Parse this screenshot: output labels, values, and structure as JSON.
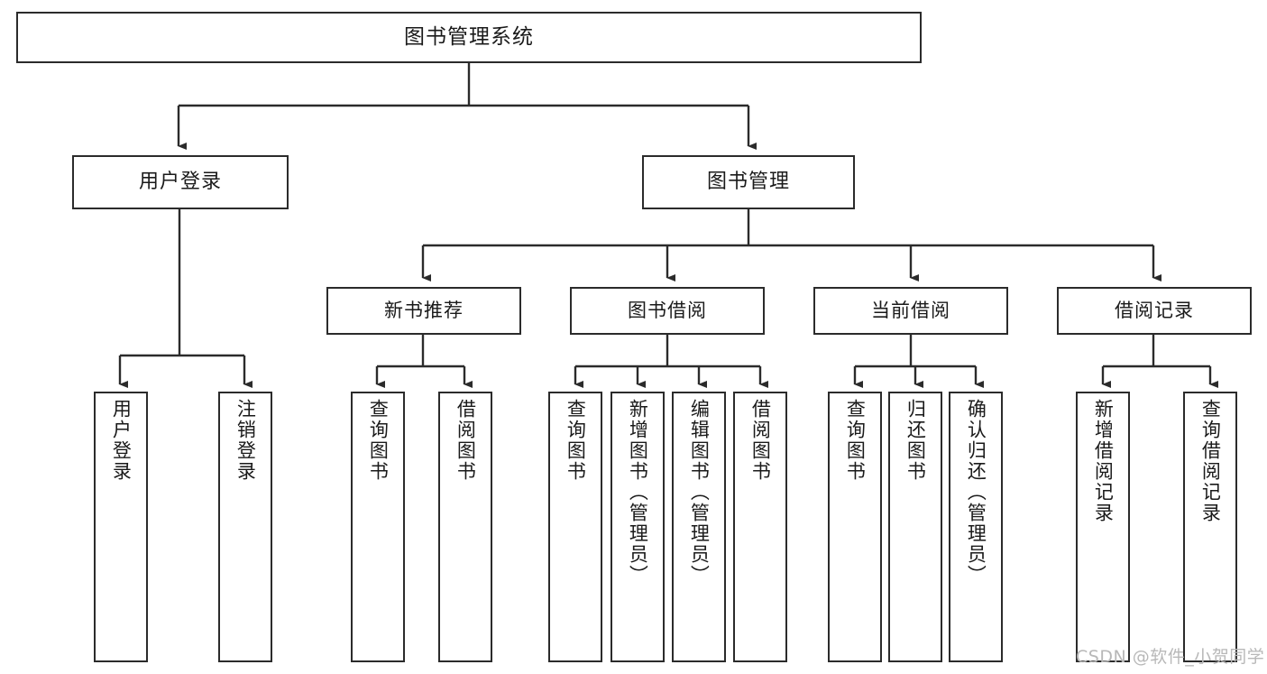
{
  "diagram": {
    "title": "图书管理系统",
    "type": "tree-hierarchy-diagram",
    "root": {
      "label": "图书管理系统"
    },
    "level2": [
      {
        "label": "用户登录"
      },
      {
        "label": "图书管理"
      }
    ],
    "level3": [
      {
        "label": "新书推荐"
      },
      {
        "label": "图书借阅"
      },
      {
        "label": "当前借阅"
      },
      {
        "label": "借阅记录"
      }
    ],
    "leaves": {
      "user_login": [
        {
          "label": "用户登录"
        },
        {
          "label": "注销登录"
        }
      ],
      "new_book_recommend": [
        {
          "label": "查询图书"
        },
        {
          "label": "借阅图书"
        }
      ],
      "book_borrow": [
        {
          "label": "查询图书"
        },
        {
          "label": "新增图书（管理员）"
        },
        {
          "label": "编辑图书（管理员）"
        },
        {
          "label": "借阅图书"
        }
      ],
      "current_borrow": [
        {
          "label": "查询图书"
        },
        {
          "label": "归还图书"
        },
        {
          "label": "确认归还（管理员）"
        }
      ],
      "borrow_record": [
        {
          "label": "新增借阅记录"
        },
        {
          "label": "查询借阅记录"
        }
      ]
    }
  },
  "watermark": {
    "text": "CSDN @软件_小贺同学"
  },
  "colors": {
    "stroke": "#2b2b2b",
    "background": "#ffffff",
    "text": "#1a1a1a",
    "watermark": "#b8b8b8"
  }
}
